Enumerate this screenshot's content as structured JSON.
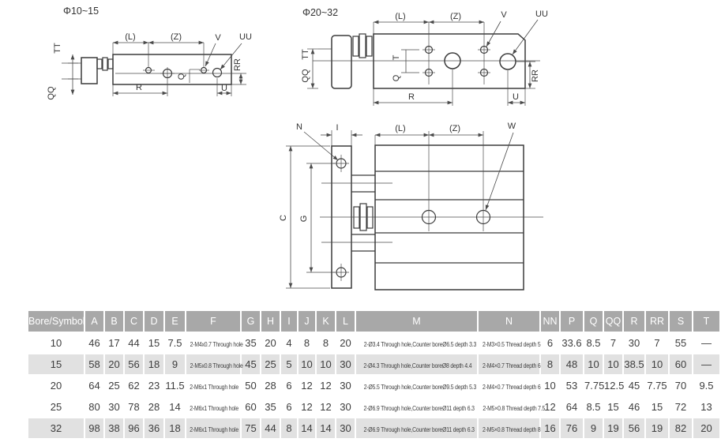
{
  "page": {
    "background": "#ffffff"
  },
  "colors": {
    "header_bg": "#a8a8a8",
    "header_text": "#ffffff",
    "row_shaded": "#e1e1e1",
    "body_text": "#3d3d3d",
    "line": "#3b3b3b"
  },
  "drawings": {
    "phi10_15": {
      "title": "Φ10~15",
      "L": "(L)",
      "Z": "(Z)",
      "V": "V",
      "UU": "UU",
      "TT": "TT",
      "QQ": "QQ",
      "Q": "Q",
      "R": "R",
      "U": "U",
      "RR": "RR"
    },
    "phi20_32": {
      "title": "Φ20~32",
      "L": "(L)",
      "Z": "(Z)",
      "V": "V",
      "UU": "UU",
      "TT": "TT",
      "QQ": "QQ",
      "T": "T",
      "Q": "Q",
      "R": "R",
      "U": "U",
      "RR": "RR"
    },
    "front_view": {
      "N": "N",
      "I": "I",
      "L": "(L)",
      "Z": "(Z)",
      "W": "W",
      "C": "C",
      "G": "G"
    }
  },
  "table": {
    "headers": [
      "Bore/Symbol",
      "A",
      "B",
      "C",
      "D",
      "E",
      "F",
      "G",
      "H",
      "I",
      "J",
      "K",
      "L",
      "M",
      "N",
      "NN",
      "P",
      "Q",
      "QQ",
      "R",
      "RR",
      "S",
      "T"
    ],
    "rows": [
      {
        "shaded": false,
        "cells": [
          "10",
          "46",
          "17",
          "44",
          "15",
          "7.5",
          "2-M4x0.7 Through hole",
          "35",
          "20",
          "4",
          "8",
          "8",
          "20",
          "2-Ø3.4 Through hole,Counter boreØ6.5 depth 3.3",
          "2-M3×0.5 Thread depth 5",
          "6",
          "33.6",
          "8.5",
          "7",
          "30",
          "7",
          "55",
          "—"
        ]
      },
      {
        "shaded": true,
        "cells": [
          "15",
          "58",
          "20",
          "56",
          "18",
          "9",
          "2-M5x0.8 Through hole",
          "45",
          "25",
          "5",
          "10",
          "10",
          "30",
          "2-Ø4.3 Through hole,Counter boreØ8 depth 4.4",
          "2-M4×0.7 Thread depth 6",
          "8",
          "48",
          "10",
          "10",
          "38.5",
          "10",
          "60",
          "—"
        ]
      },
      {
        "shaded": false,
        "cells": [
          "20",
          "64",
          "25",
          "62",
          "23",
          "11.5",
          "2-M6x1 Through hole",
          "50",
          "28",
          "6",
          "12",
          "12",
          "30",
          "2-Ø5.5 Through hole,Counter boreØ9.5 depth 5.3",
          "2-M4×0.7 Thread depth 6",
          "10",
          "53",
          "7.75",
          "12.5",
          "45",
          "7.75",
          "70",
          "9.5"
        ]
      },
      {
        "shaded": false,
        "cells": [
          "25",
          "80",
          "30",
          "78",
          "28",
          "14",
          "2-M6x1 Through hole",
          "60",
          "35",
          "6",
          "12",
          "12",
          "30",
          "2-Ø6.9 Through hole,Counter boreØ11 depth 6.3",
          "2-M5×0.8 Thread depth 7.5",
          "12",
          "64",
          "8.5",
          "15",
          "46",
          "15",
          "72",
          "13"
        ]
      },
      {
        "shaded": true,
        "cells": [
          "32",
          "98",
          "38",
          "96",
          "36",
          "18",
          "2-M6x1 Through hole",
          "75",
          "44",
          "8",
          "14",
          "14",
          "30",
          "2-Ø6.9 Through hole,Counter boreØ11 depth 6.3",
          "2-M5×0.8 Thread depth 8",
          "16",
          "76",
          "9",
          "19",
          "56",
          "19",
          "82",
          "20"
        ]
      }
    ]
  }
}
